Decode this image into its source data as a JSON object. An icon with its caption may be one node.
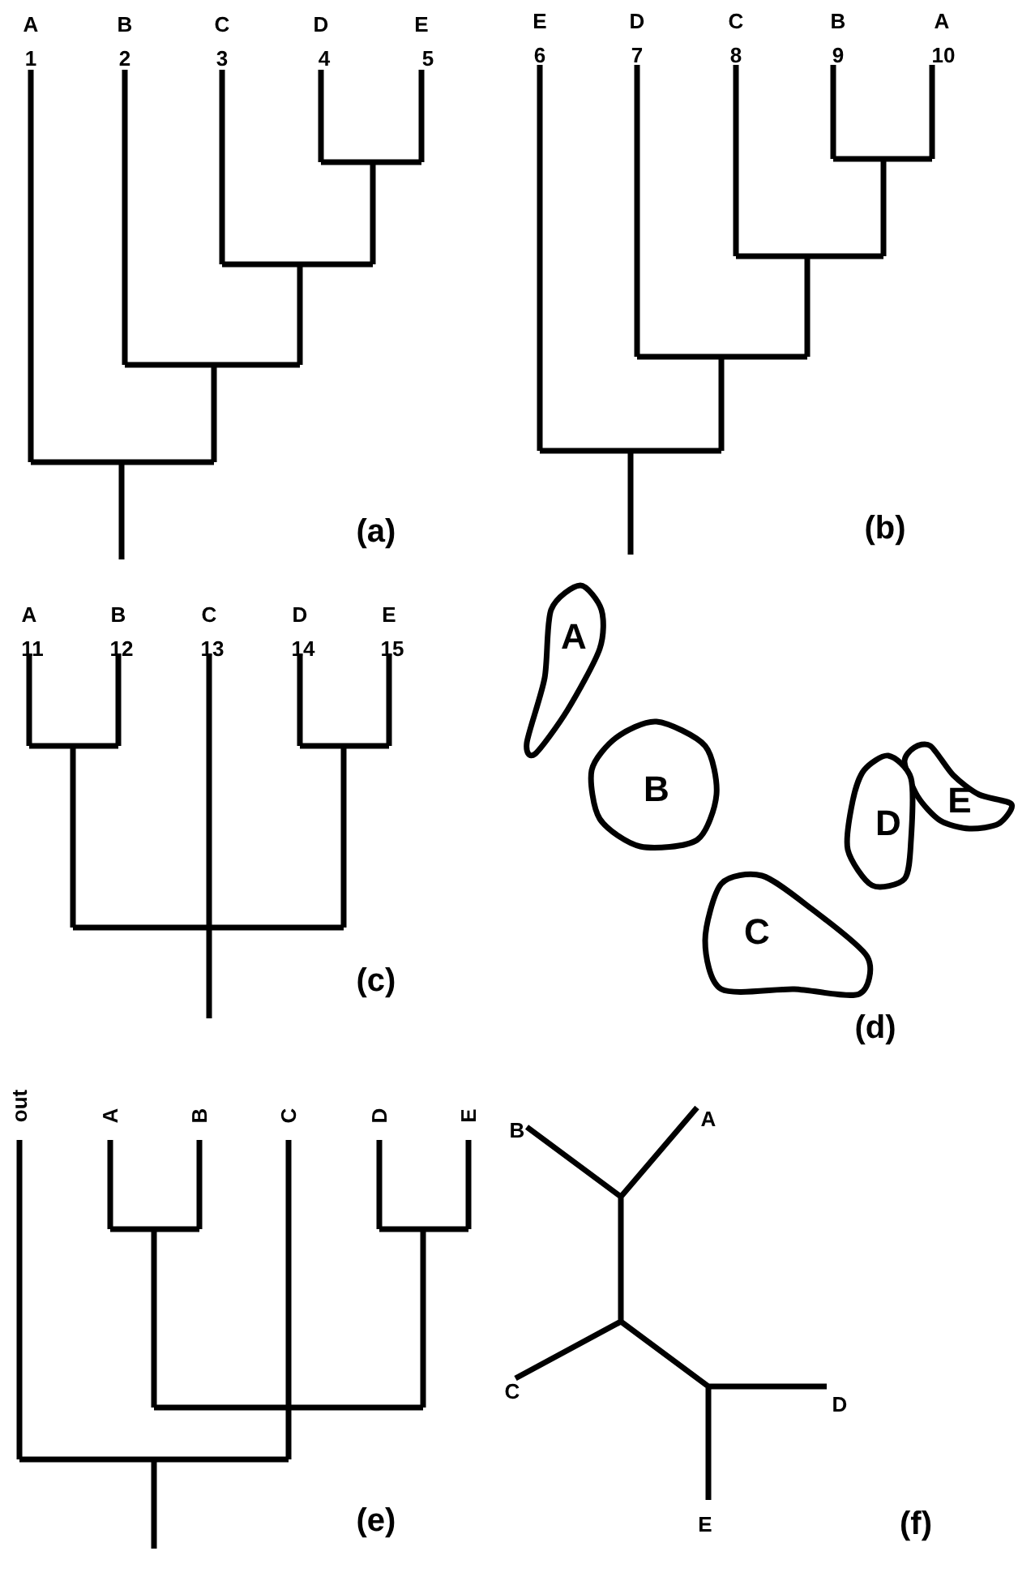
{
  "diagram": {
    "nodes": [
      {
        "text": [
          "A"
        ]
      },
      {
        "text": [
          "E"
        ]
      },
      {
        "text": [
          "B"
        ]
      },
      {
        "text": [
          "D"
        ]
      },
      {
        "text": [
          "C"
        ]
      }
    ],
    "labels": [
      "A",
      "B",
      "C",
      "D",
      "E",
      "1",
      "2",
      "3",
      "4",
      "5",
      "E",
      "D",
      "C",
      "B",
      "A",
      "6",
      "7",
      "8",
      "9",
      "10",
      "(a)",
      "(b)",
      "A",
      "B",
      "C",
      "D",
      "E",
      "11",
      "12",
      "13",
      "14",
      "15",
      "(c)",
      "(d)",
      "out",
      "A",
      "B",
      "C",
      "D",
      "E",
      "B",
      "A",
      "C",
      "D",
      "E",
      "(e)",
      "(f)"
    ]
  }
}
